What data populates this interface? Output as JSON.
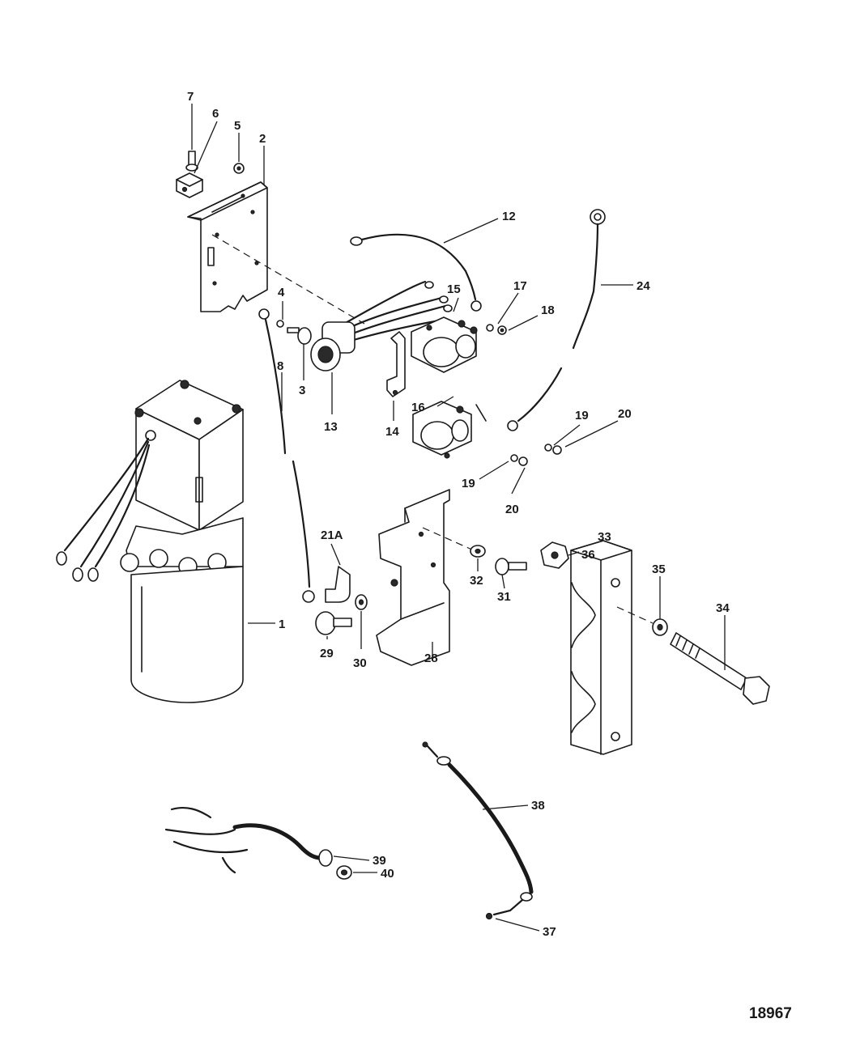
{
  "figure_number": "18967",
  "callouts": {
    "c1": "1",
    "c2": "2",
    "c3": "3",
    "c4": "4",
    "c5": "5",
    "c6": "6",
    "c7": "7",
    "c8": "8",
    "c12": "12",
    "c13": "13",
    "c14": "14",
    "c15": "15",
    "c16": "16",
    "c17": "17",
    "c18": "18",
    "c19a": "19",
    "c19b": "19",
    "c20a": "20",
    "c20b": "20",
    "c21a": "21A",
    "c24": "24",
    "c28": "28",
    "c29": "29",
    "c30": "30",
    "c31": "31",
    "c32": "32",
    "c33": "33",
    "c34": "34",
    "c35": "35",
    "c36": "36",
    "c37": "37",
    "c38": "38",
    "c39": "39",
    "c40": "40"
  }
}
